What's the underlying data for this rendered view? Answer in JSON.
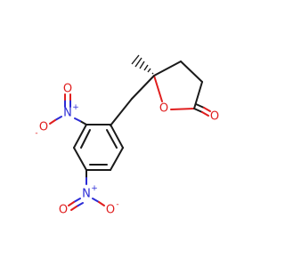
{
  "molecule": {
    "atom_labels": {
      "ring_oxygen": "O",
      "carbonyl_oxygen": "O",
      "nitro1_nitrogen": "N",
      "nitro1_plus": "+",
      "nitro1_oxygen_top": "O",
      "nitro1_oxygen_left": "O",
      "nitro1_minus": "-",
      "nitro2_nitrogen": "N",
      "nitro2_plus": "+",
      "nitro2_oxygen_left": "O",
      "nitro2_oxygen_right": "O",
      "nitro2_minus": "-"
    },
    "colors": {
      "carbon_bond": "#1a1a1a",
      "oxygen": "#e01e1e",
      "nitrogen": "#2b2bd6"
    }
  }
}
